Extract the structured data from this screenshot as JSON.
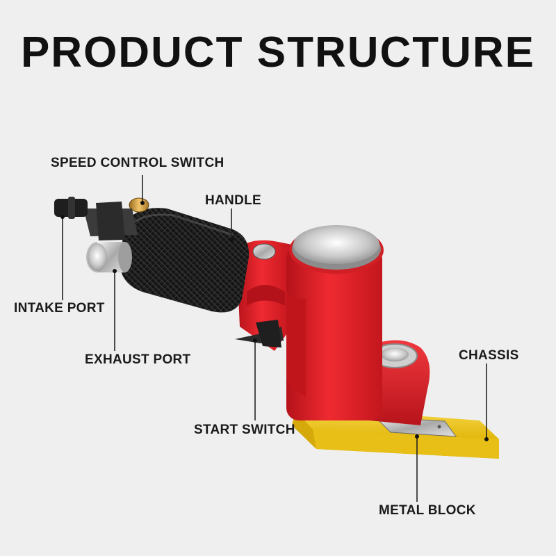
{
  "title": "PRODUCT STRUCTURE",
  "colors": {
    "background": "#efefef",
    "body_red": "#e01e26",
    "grip_black": "#1b1b1b",
    "pad_yellow": "#f2cc1a",
    "metal": "#c9c9c9",
    "leader_line": "#222222"
  },
  "labels": {
    "speed_control_switch": "SPEED CONTROL SWITCH",
    "handle": "HANDLE",
    "intake_port": "INTAKE PORT",
    "exhaust_port": "EXHAUST PORT",
    "chassis": "CHASSIS",
    "start_switch": "START SWITCH",
    "metal_block": "METAL BLOCK"
  }
}
